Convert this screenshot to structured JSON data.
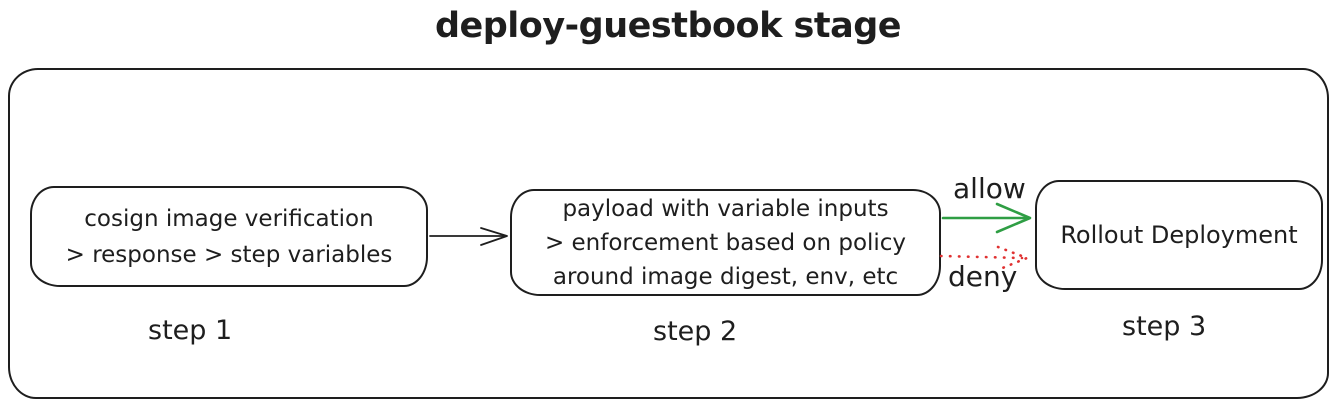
{
  "title": "deploy-guestbook stage",
  "colors": {
    "stroke": "#1e1e1e",
    "allow_green": "#2f9e44",
    "deny_red": "#e03131",
    "background": "#ffffff"
  },
  "nodes": [
    {
      "id": "step-1",
      "lines": [
        "cosign image verification",
        "> response > step variables"
      ],
      "caption": "step 1"
    },
    {
      "id": "step-2",
      "lines": [
        "payload with variable inputs",
        "> enforcement based on policy",
        "around image digest, env, etc"
      ],
      "caption": "step 2"
    },
    {
      "id": "step-3",
      "lines": [
        "Rollout Deployment"
      ],
      "caption": "step 3"
    }
  ],
  "edges": [
    {
      "from": "step-1",
      "to": "step-2",
      "label": "",
      "style": "solid"
    },
    {
      "from": "step-2",
      "to": "step-3",
      "label": "allow",
      "style": "solid"
    },
    {
      "from": "step-2",
      "to": "step-3",
      "label": "deny",
      "style": "dotted"
    }
  ]
}
